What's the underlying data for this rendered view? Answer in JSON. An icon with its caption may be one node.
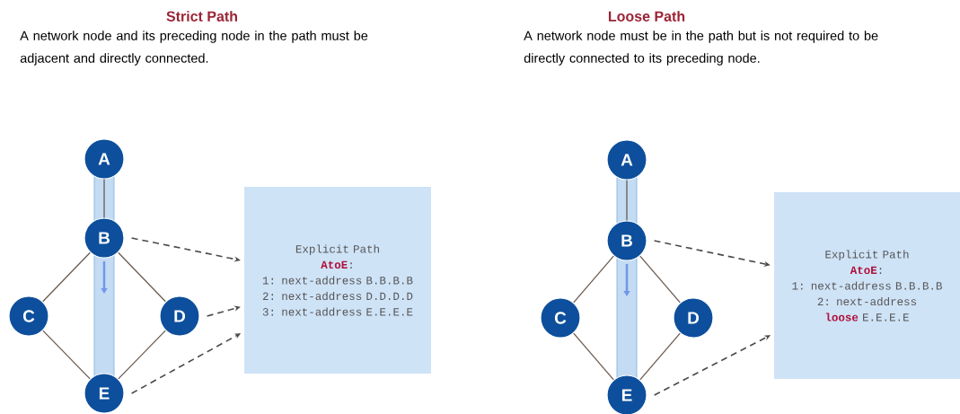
{
  "diagram": {
    "nodes": [
      {
        "text": [
          "A"
        ]
      },
      {
        "text": [
          "B"
        ]
      },
      {
        "text": [
          "C"
        ]
      },
      {
        "text": [
          "D"
        ]
      },
      {
        "text": [
          "E"
        ]
      },
      {
        "text": [
          "Explicit Path",
          "**AtoE**:",
          "1: next-address B.B.B.B",
          "2: next-address D.D.D.D",
          "3: next-address E.E.E.E"
        ]
      },
      {
        "text": [
          "A"
        ]
      },
      {
        "text": [
          "B"
        ]
      },
      {
        "text": [
          "C"
        ]
      },
      {
        "text": [
          "D"
        ]
      },
      {
        "text": [
          "E"
        ]
      },
      {
        "text": [
          "Explicit Path",
          "**AtoE**:",
          "1: next-address B.B.B.B",
          "2: next-address **loose** E.E.E.E"
        ]
      }
    ],
    "edges": [
      {
        "from": 0,
        "to": 1,
        "arrow": "none"
      },
      {
        "from": 1,
        "to": 2,
        "arrow": "none"
      },
      {
        "from": 1,
        "to": 3,
        "arrow": "none"
      },
      {
        "from": 2,
        "to": 4,
        "arrow": "none"
      },
      {
        "from": 3,
        "to": 4,
        "arrow": "none"
      },
      {
        "from": 1,
        "to": 5,
        "arrow": "to",
        "style": "dashed",
        "color": "#4a4a4a"
      },
      {
        "from": 3,
        "to": 5,
        "arrow": "to",
        "style": "dashed",
        "color": "#4a4a4a"
      },
      {
        "from": 4,
        "to": 5,
        "arrow": "to",
        "style": "dashed",
        "color": "#4a4a4a"
      },
      {
        "from": 6,
        "to": 7,
        "arrow": "none"
      },
      {
        "from": 7,
        "to": 8,
        "arrow": "none"
      },
      {
        "from": 7,
        "to": 9,
        "arrow": "none"
      },
      {
        "from": 8,
        "to": 10,
        "arrow": "none"
      },
      {
        "from": 9,
        "to": 10,
        "arrow": "none"
      },
      {
        "from": 7,
        "to": 11,
        "arrow": "to",
        "style": "dashed",
        "color": "#4a4a4a"
      },
      {
        "from": 10,
        "to": 11,
        "arrow": "to",
        "style": "dashed",
        "color": "#4a4a4a"
      }
    ],
    "labels": [
      "Strict Path",
      "A network node and its preceding node in the path must be adjacent and directly connected.",
      "Loose Path",
      "A network node must be in the path but is not required to be directly connected to its preceding node."
    ]
  }
}
